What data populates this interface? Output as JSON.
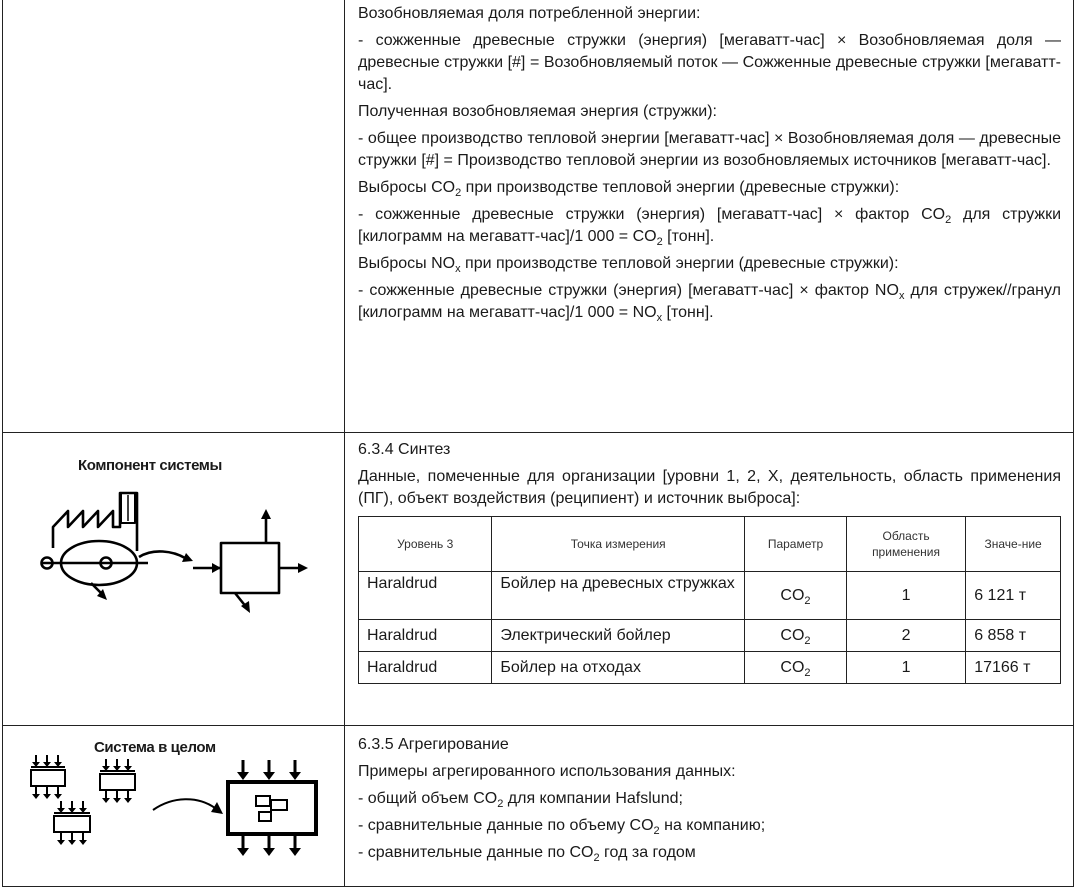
{
  "row1": {
    "p1": "Возобновляемая доля потребленной энергии:",
    "p2": "- сожженные древесные стружки (энергия) [мегаватт-час] × Возобновляемая доля — древесные стружки [#] = Возобновляемый поток — Сожженные древесные стружки [мегаватт-час].",
    "p3": "Полученная возобновляемая энергия (стружки):",
    "p4": "- общее производство тепловой энергии [мегаватт-час] × Возобновляемая доля — древесные стружки [#] = Производство тепловой энергии из возобновляемых источников [мегаватт-час].",
    "p5_a": "Выбросы CO",
    "p5_b": " при производстве тепловой энергии (древесные стружки):",
    "p6_a": "- сожженные древесные стружки (энергия) [мегаватт-час] × фактор CO",
    "p6_b": " для стружки [килограмм на мегаватт-час]/1 000 = CO",
    "p6_c": " [тонн].",
    "p7_a": "Выбросы NO",
    "p7_b": " при производстве тепловой энергии (древесные стружки):",
    "p8_a": "- сожженные древесные стружки (энергия) [мегаватт-час] × фактор NO",
    "p8_b": " для стружек//гранул [килограмм на мегаватт-час]/1 000 = NO",
    "p8_c": " [тонн].",
    "sub2": "2",
    "subx": "x"
  },
  "row2": {
    "figure_title": "Компонент системы",
    "heading": "6.3.4 Синтез",
    "intro": "Данные, помеченные для организации [уровни 1, 2, X, деятельность, область применения (ПГ), объект воздействия (реципиент) и источник выброса]:",
    "table": {
      "headers": [
        "Уровень 3",
        "Точка измерения",
        "Параметр",
        "Область применения",
        "Значе-ние"
      ],
      "rows": [
        {
          "level": "Haraldrud",
          "point": "Бойлер на древесных стружках",
          "param": "CO",
          "param_sub": "2",
          "scope": "1",
          "value": "6 121 т"
        },
        {
          "level": "Haraldrud",
          "point": "Электрический бойлер",
          "param": "CO",
          "param_sub": "2",
          "scope": "2",
          "value": "6 858 т"
        },
        {
          "level": "Haraldrud",
          "point": "Бойлер на отходах",
          "param": "CO",
          "param_sub": "2",
          "scope": "1",
          "value": "17166 т"
        }
      ]
    }
  },
  "row3": {
    "figure_title": "Система в целом",
    "heading": "6.3.5 Агрегирование",
    "intro": "Примеры агрегированного использования данных:",
    "b1_a": "- общий объем CO",
    "b1_b": " для компании Hafslund;",
    "b2_a": "- сравнительные данные по объему CO",
    "b2_b": " на компанию;",
    "b3_a": "- сравнительные данные по CO",
    "b3_b": " год за годом"
  }
}
